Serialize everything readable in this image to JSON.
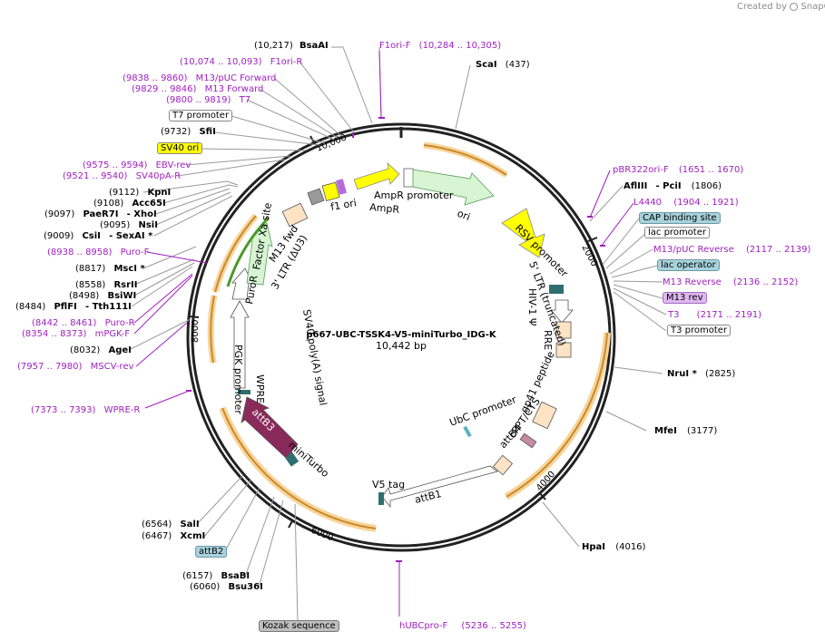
{
  "header": {
    "created_by": "Created by",
    "brand": "SnapGene"
  },
  "plasmid": {
    "name": "p667-UBC-TSSK4-V5-miniTurbo_IDG-K",
    "size": "10,442 bp",
    "length": 10442
  },
  "colors": {
    "ring": "#222222",
    "enzyme": "#000000",
    "primer": "#a020c0",
    "feature_green": "#d7f5d3",
    "feature_green_edge": "#5a9a5a",
    "yellow": "#ffff00",
    "orange_arc": "#f3b35a",
    "brown_arc": "#c98a2a",
    "tan_box": "#fde3c3",
    "teal_box": "#a8d3dc",
    "gray_box": "#bfbfbf",
    "violet_box": "#e0b7ef",
    "miniturbo": "#8a2a5a",
    "puro": "#7ab83b"
  },
  "ticks": [
    {
      "label": "2000",
      "pos": 2000
    },
    {
      "label": "4000",
      "pos": 4000
    },
    {
      "label": "6000",
      "pos": 6000
    },
    {
      "label": "8000",
      "pos": 8000
    },
    {
      "label": "10,000",
      "pos": 10000
    }
  ],
  "labels": [
    {
      "name": "BsaAI",
      "coord": "(10,217)",
      "kind": "enzyme"
    },
    {
      "name": "F1ori-F",
      "coord": "(10,284 .. 10,305)",
      "kind": "primer"
    },
    {
      "name": "ScaI",
      "coord": "(437)",
      "kind": "enzyme"
    },
    {
      "name": "F1ori-R",
      "coord": "(10,074 .. 10,093)",
      "kind": "primer"
    },
    {
      "name": "M13/pUC Forward",
      "coord": "(9838 .. 9860)",
      "kind": "primer"
    },
    {
      "name": "M13 Forward",
      "coord": "(9829 .. 9846)",
      "kind": "primer"
    },
    {
      "name": "T7",
      "coord": "(9800 .. 9819)",
      "kind": "primer"
    },
    {
      "name": "T7 promoter",
      "coord": "",
      "kind": "box_white"
    },
    {
      "name": "SfiI",
      "coord": "(9732)",
      "kind": "enzyme"
    },
    {
      "name": "SV40 ori",
      "coord": "",
      "kind": "box_yellow"
    },
    {
      "name": "EBV-rev",
      "coord": "(9575 .. 9594)",
      "kind": "primer"
    },
    {
      "name": "SV40pA-R",
      "coord": "(9521 .. 9540)",
      "kind": "primer"
    },
    {
      "name": "KpnI",
      "coord": "(9112)",
      "kind": "enzyme"
    },
    {
      "name": "Acc65I",
      "coord": "(9108)",
      "kind": "enzyme"
    },
    {
      "name": "PaeR7I",
      "coord": "(9097)",
      "kind": "enzyme",
      "suffix": "- XhoI"
    },
    {
      "name": "NsiI",
      "coord": "(9095)",
      "kind": "enzyme"
    },
    {
      "name": "CsiI",
      "coord": "(9009)",
      "kind": "enzyme",
      "suffix": "- SexAI *"
    },
    {
      "name": "Puro-F",
      "coord": "(8938 .. 8958)",
      "kind": "primer"
    },
    {
      "name": "MscI *",
      "coord": "(8817)",
      "kind": "enzyme"
    },
    {
      "name": "RsrII",
      "coord": "(8558)",
      "kind": "enzyme"
    },
    {
      "name": "BsiWI",
      "coord": "(8498)",
      "kind": "enzyme"
    },
    {
      "name": "PflFI",
      "coord": "(8484)",
      "kind": "enzyme",
      "suffix": "- Tth111I"
    },
    {
      "name": "Puro-R",
      "coord": "(8442 .. 8461)",
      "kind": "primer"
    },
    {
      "name": "mPGK-F",
      "coord": "(8354 .. 8373)",
      "kind": "primer"
    },
    {
      "name": "AgeI",
      "coord": "(8032)",
      "kind": "enzyme"
    },
    {
      "name": "MSCV-rev",
      "coord": "(7957 .. 7980)",
      "kind": "primer"
    },
    {
      "name": "WPRE-R",
      "coord": "(7373 .. 7393)",
      "kind": "primer"
    },
    {
      "name": "SalI",
      "coord": "(6564)",
      "kind": "enzyme"
    },
    {
      "name": "XcmI",
      "coord": "(6467)",
      "kind": "enzyme"
    },
    {
      "name": "attB2",
      "coord": "",
      "kind": "box_teal"
    },
    {
      "name": "BsaBI",
      "coord": "(6157)",
      "kind": "enzyme"
    },
    {
      "name": "Bsu36I",
      "coord": "(6060)",
      "kind": "enzyme"
    },
    {
      "name": "Kozak sequence",
      "coord": "",
      "kind": "box_gray"
    },
    {
      "name": "hUBCpro-F",
      "coord": "(5236 .. 5255)",
      "kind": "primer"
    },
    {
      "name": "HpaI",
      "coord": "(4016)",
      "kind": "enzyme"
    },
    {
      "name": "MfeI",
      "coord": "(3177)",
      "kind": "enzyme"
    },
    {
      "name": "NruI *",
      "coord": "(2825)",
      "kind": "enzyme"
    },
    {
      "name": "pBR322ori-F",
      "coord": "(1651 .. 1670)",
      "kind": "primer"
    },
    {
      "name": "AflIII",
      "coord": "(1806)",
      "kind": "enzyme",
      "suffix": "- PciI"
    },
    {
      "name": "L4440",
      "coord": "(1904 .. 1921)",
      "kind": "primer"
    },
    {
      "name": "CAP binding site",
      "coord": "",
      "kind": "box_teal"
    },
    {
      "name": "lac promoter",
      "coord": "",
      "kind": "box_white"
    },
    {
      "name": "M13/pUC Reverse",
      "coord": "(2117 .. 2139)",
      "kind": "primer"
    },
    {
      "name": "lac operator",
      "coord": "",
      "kind": "box_teal"
    },
    {
      "name": "M13 Reverse",
      "coord": "(2136 .. 2152)",
      "kind": "primer"
    },
    {
      "name": "M13 rev",
      "coord": "",
      "kind": "box_violet"
    },
    {
      "name": "T3",
      "coord": "(2171 .. 2191)",
      "kind": "primer"
    },
    {
      "name": "T3 promoter",
      "coord": "",
      "kind": "box_white"
    }
  ],
  "features": [
    {
      "name": "f1 ori"
    },
    {
      "name": "AmpR promoter"
    },
    {
      "name": "AmpR"
    },
    {
      "name": "ori"
    },
    {
      "name": "RSV promoter"
    },
    {
      "name": "5' LTR (truncated)"
    },
    {
      "name": "HIV-1 Ψ"
    },
    {
      "name": "RRE"
    },
    {
      "name": "gp41 peptide"
    },
    {
      "name": "cPPT/CTS"
    },
    {
      "name": "attB4"
    },
    {
      "name": "UbC promoter"
    },
    {
      "name": "attB1"
    },
    {
      "name": "V5 tag"
    },
    {
      "name": "miniTurbo"
    },
    {
      "name": "attB3"
    },
    {
      "name": "WPRE"
    },
    {
      "name": "PGK promoter"
    },
    {
      "name": "PuroR"
    },
    {
      "name": "Factor Xa site"
    },
    {
      "name": "SV40 poly(A) signal"
    },
    {
      "name": "3' LTR (ΔU3)"
    },
    {
      "name": "M13 fwd"
    }
  ]
}
